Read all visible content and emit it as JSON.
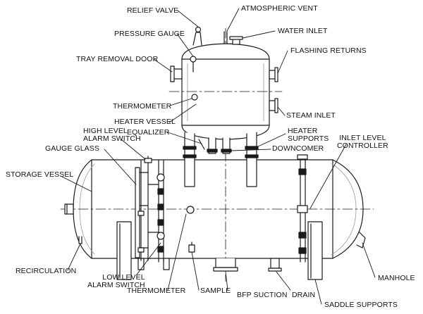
{
  "labels": {
    "relief_valve": "RELIEF VALVE",
    "atmospheric_vent": "ATMOSPHERIC VENT",
    "pressure_gauge": "PRESSURE GAUGE",
    "water_inlet": "WATER INLET",
    "flashing_returns": "FLASHING RETURNS",
    "tray_removal_door": "TRAY REMOVAL DOOR",
    "thermometer_top": "THERMOMETER",
    "steam_inlet": "STEAM INLET",
    "heater_vessel": "HEATER VESSEL",
    "equalizer": "EQUALIZER",
    "heater_supports": "HEATER\nSUPPORTS",
    "high_level_alarm_switch": "HIGH LEVEL\nALARM SWITCH",
    "inlet_level_controller": "INLET LEVEL\nCONTROLLER",
    "gauge_glass": "GAUGE GLASS",
    "downcomer": "DOWNCOMER",
    "storage_vessel": "STORAGE VESSEL",
    "recirculation": "RECIRCULATION",
    "manhole": "MANHOLE",
    "low_level_alarm_switch": "LOW LEVEL\nALARM SWITCH",
    "thermometer_bottom": "THERMOMETER",
    "sample": "SAMPLE",
    "bfp_suction": "BFP SUCTION",
    "drain": "DRAIN",
    "saddle_supports": "SADDLE SUPPORTS"
  },
  "colors": {
    "line": "#1a1a1a",
    "background": "#ffffff",
    "shade": "#d8d8d8"
  }
}
